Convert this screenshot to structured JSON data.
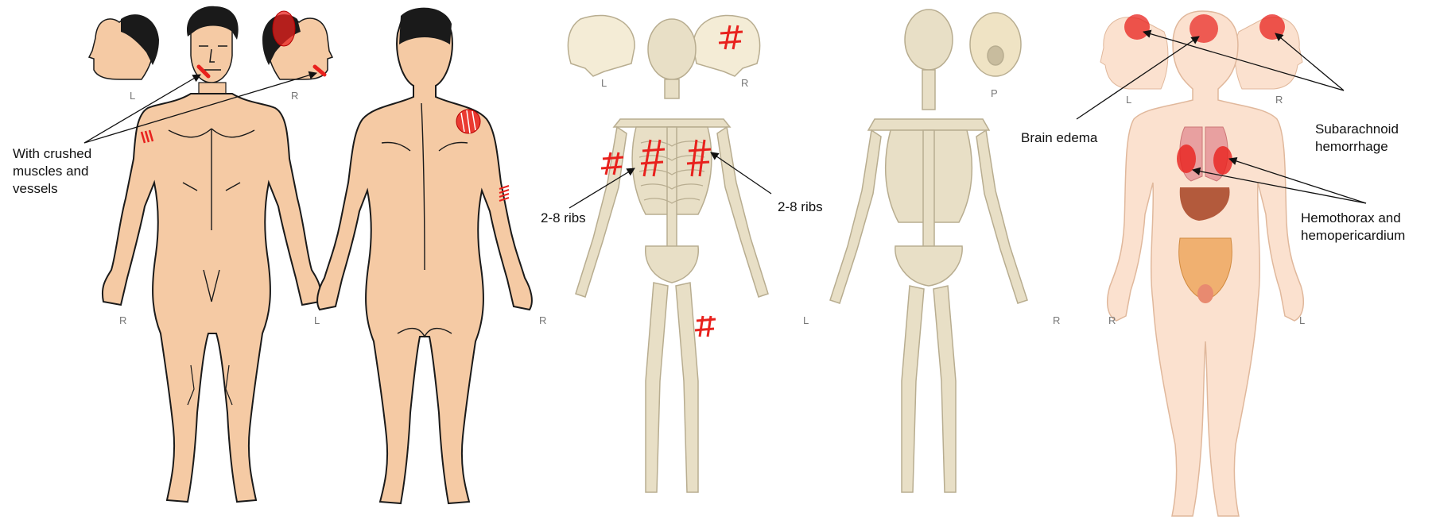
{
  "panels": {
    "external": {
      "face_labels": {
        "left": "L",
        "right": "R"
      },
      "front_labels": {
        "right": "R",
        "left": "L"
      },
      "back_label": "R",
      "annotation": "With crushed\nmuscles and\nvessels"
    },
    "skeleton_front": {
      "skull_labels": {
        "left": "L",
        "right": "R"
      },
      "bottom_label": "L",
      "annotation_left": "2-8 ribs",
      "annotation_right": "2-8 ribs"
    },
    "skeleton_back": {
      "skull_label": "P",
      "bottom_label": "R"
    },
    "internal": {
      "head_labels": {
        "left": "L",
        "right": "R"
      },
      "bottom_labels": {
        "left": "R",
        "right": "L"
      },
      "annotation_brain": "Brain edema",
      "annotation_subarachnoid": "Subarachnoid\nhemorrhage",
      "annotation_hemothorax": "Hemothorax  and\nhemopericardium"
    }
  },
  "colors": {
    "skin": "#f5caa4",
    "outline": "#1a1a1a",
    "bone": "#e8dfc6",
    "bone_shadow": "#c8bc9e",
    "injury": "#e8211d",
    "internal_skin": "#fbe1cf"
  }
}
